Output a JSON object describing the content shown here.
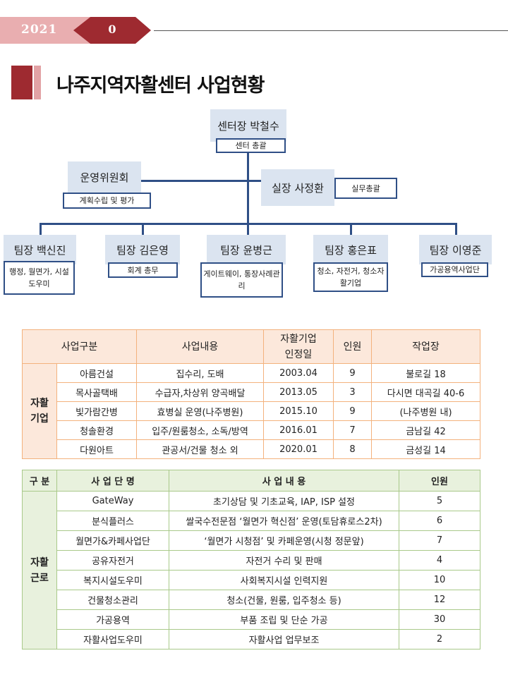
{
  "header": {
    "year": "2021",
    "page": "0"
  },
  "title": "나주지역자활센터 사업현황",
  "org": {
    "director": {
      "name": "센터장 박철수",
      "role": "센터 총괄"
    },
    "committee": {
      "name": "운영위원회",
      "role": "계획수립 및 평가"
    },
    "manager": {
      "name": "실장 사정환",
      "role": "실무총괄"
    },
    "teams": [
      {
        "name": "팀장 백신진",
        "role": "행정, 월면가, 시설도우미"
      },
      {
        "name": "팀장 김은영",
        "role": "회계 총무"
      },
      {
        "name": "팀장  윤병근",
        "role": "게이트웨이, 통장사례관리"
      },
      {
        "name": "팀장 홍은표",
        "role": "청소, 자전거, 청소자활기업"
      },
      {
        "name": "팀장 이영준",
        "role": "가공용역사업단"
      }
    ]
  },
  "table1": {
    "headers": [
      "사업구분",
      "사업내용",
      "자활기업\n인정일",
      "인원",
      "작업장"
    ],
    "group_label": "자활\n기업",
    "rows": [
      {
        "name": "아름건설",
        "content": "집수리, 도배",
        "date": "2003.04",
        "count": "9",
        "site": "불로길 18"
      },
      {
        "name": "목사골택배",
        "content": "수급자,차상위 양곡배달",
        "date": "2013.05",
        "count": "3",
        "site": "다시면 대곡길 40-6"
      },
      {
        "name": "빛가람간병",
        "content": "효병실 운영(나주병원)",
        "date": "2015.10",
        "count": "9",
        "site": "(나주병원 내)"
      },
      {
        "name": "청솔환경",
        "content": "입주/원룸청소, 소독/방역",
        "date": "2016.01",
        "count": "7",
        "site": "금남길 42"
      },
      {
        "name": "다원아트",
        "content": "관공서/건물 청소 외",
        "date": "2020.01",
        "count": "8",
        "site": "금성길 14"
      }
    ]
  },
  "table2": {
    "headers": [
      "구 분",
      "사 업 단 명",
      "사 업 내 용",
      "인원"
    ],
    "group_label": "자활\n근로",
    "rows": [
      {
        "name": "GateWay",
        "content": "초기상담 및 기초교육, IAP, ISP 설정",
        "count": "5"
      },
      {
        "name": "분식플러스",
        "content": "쌀국수전문점 ‘월면가 혁신점’ 운영(토담휴로스2차)",
        "count": "6"
      },
      {
        "name": "월면가&카페사업단",
        "content": "‘월면가 시청점’ 및 카페운영(시청 정문앞)",
        "count": "7"
      },
      {
        "name": "공유자전거",
        "content": "자전거 수리 및 판매",
        "count": "4"
      },
      {
        "name": "복지시설도우미",
        "content": "사회복지시설 인력지원",
        "count": "10"
      },
      {
        "name": "건물청소관리",
        "content": "청소(건물, 원룸, 입주청소 등)",
        "count": "12"
      },
      {
        "name": "가공용역",
        "content": "부품 조립 및 단순 가공",
        "count": "30"
      },
      {
        "name": "자활사업도우미",
        "content": "자활사업 업무보조",
        "count": "2"
      }
    ]
  }
}
